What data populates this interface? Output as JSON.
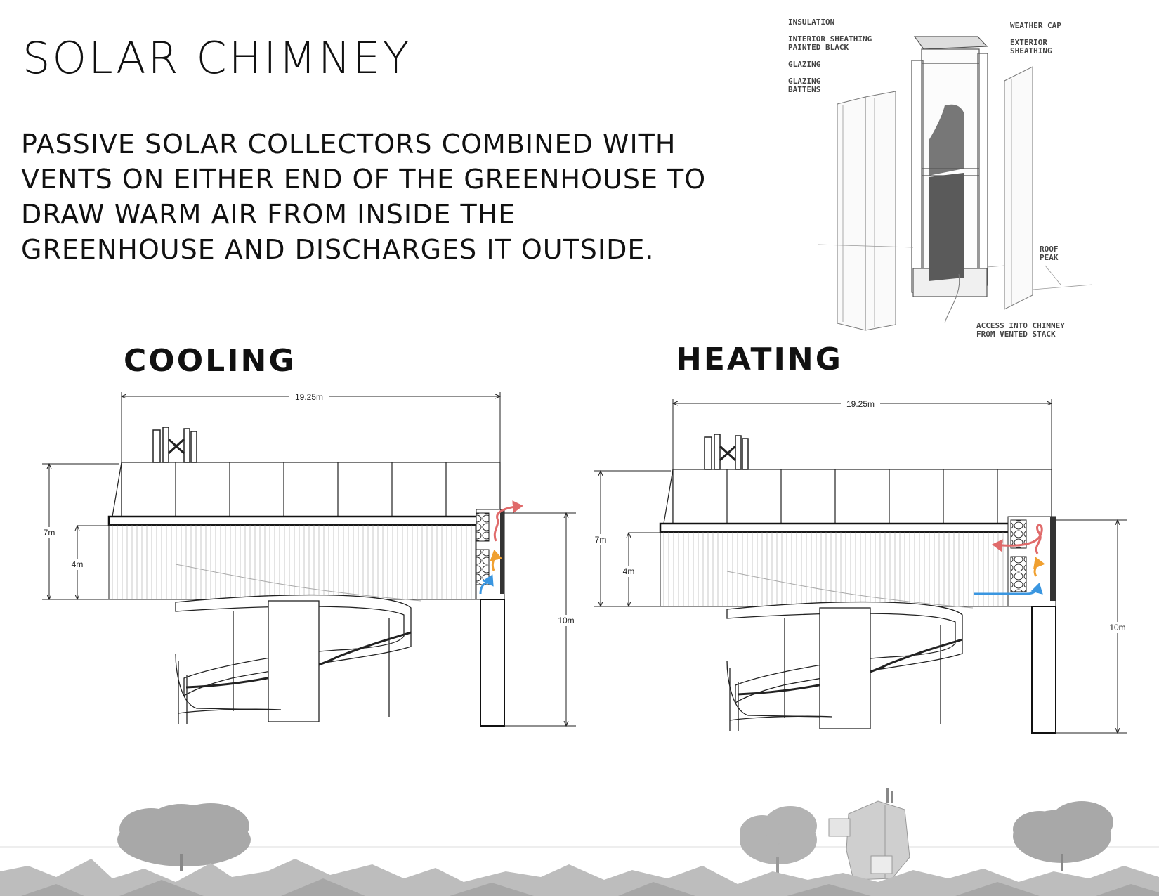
{
  "title": "SOLAR CHIMNEY",
  "description": "PASSIVE SOLAR COLLECTORS  COMBINED WITH VENTS ON EITHER END OF THE GREENHOUSE TO DRAW WARM AIR FROM INSIDE THE GREENHOUSE AND  DISCHARGES IT OUTSIDE.",
  "chimney_detail": {
    "labels": {
      "insulation": "INSULATION",
      "interior_sheathing_1": "INTERIOR SHEATHING",
      "interior_sheathing_2": "PAINTED BLACK",
      "glazing": "GLAZING",
      "glazing_battens_1": "GLAZING",
      "glazing_battens_2": "BATTENS",
      "weather_cap": "WEATHER CAP",
      "exterior_sheathing_1": "EXTERIOR",
      "exterior_sheathing_2": "SHEATHING",
      "roof_peak_1": "ROOF",
      "roof_peak_2": "PEAK",
      "access_1": "ACCESS INTO CHIMNEY",
      "access_2": "FROM VENTED STACK"
    }
  },
  "sections": {
    "cooling": {
      "title": "COOLING",
      "dim_width": "19.25m",
      "dim_7m": "7m",
      "dim_4m": "4m",
      "dim_10m": "10m"
    },
    "heating": {
      "title": "HEATING",
      "dim_width": "19.25m",
      "dim_7m": "7m",
      "dim_4m": "4m",
      "dim_10m": "10m"
    }
  },
  "colors": {
    "warm_air": "#e06a6a",
    "mid_air": "#f0a030",
    "cool_air": "#3a96e0",
    "ground_gray": "#bdbdbd",
    "tree_gray": "#a8a8a8"
  }
}
